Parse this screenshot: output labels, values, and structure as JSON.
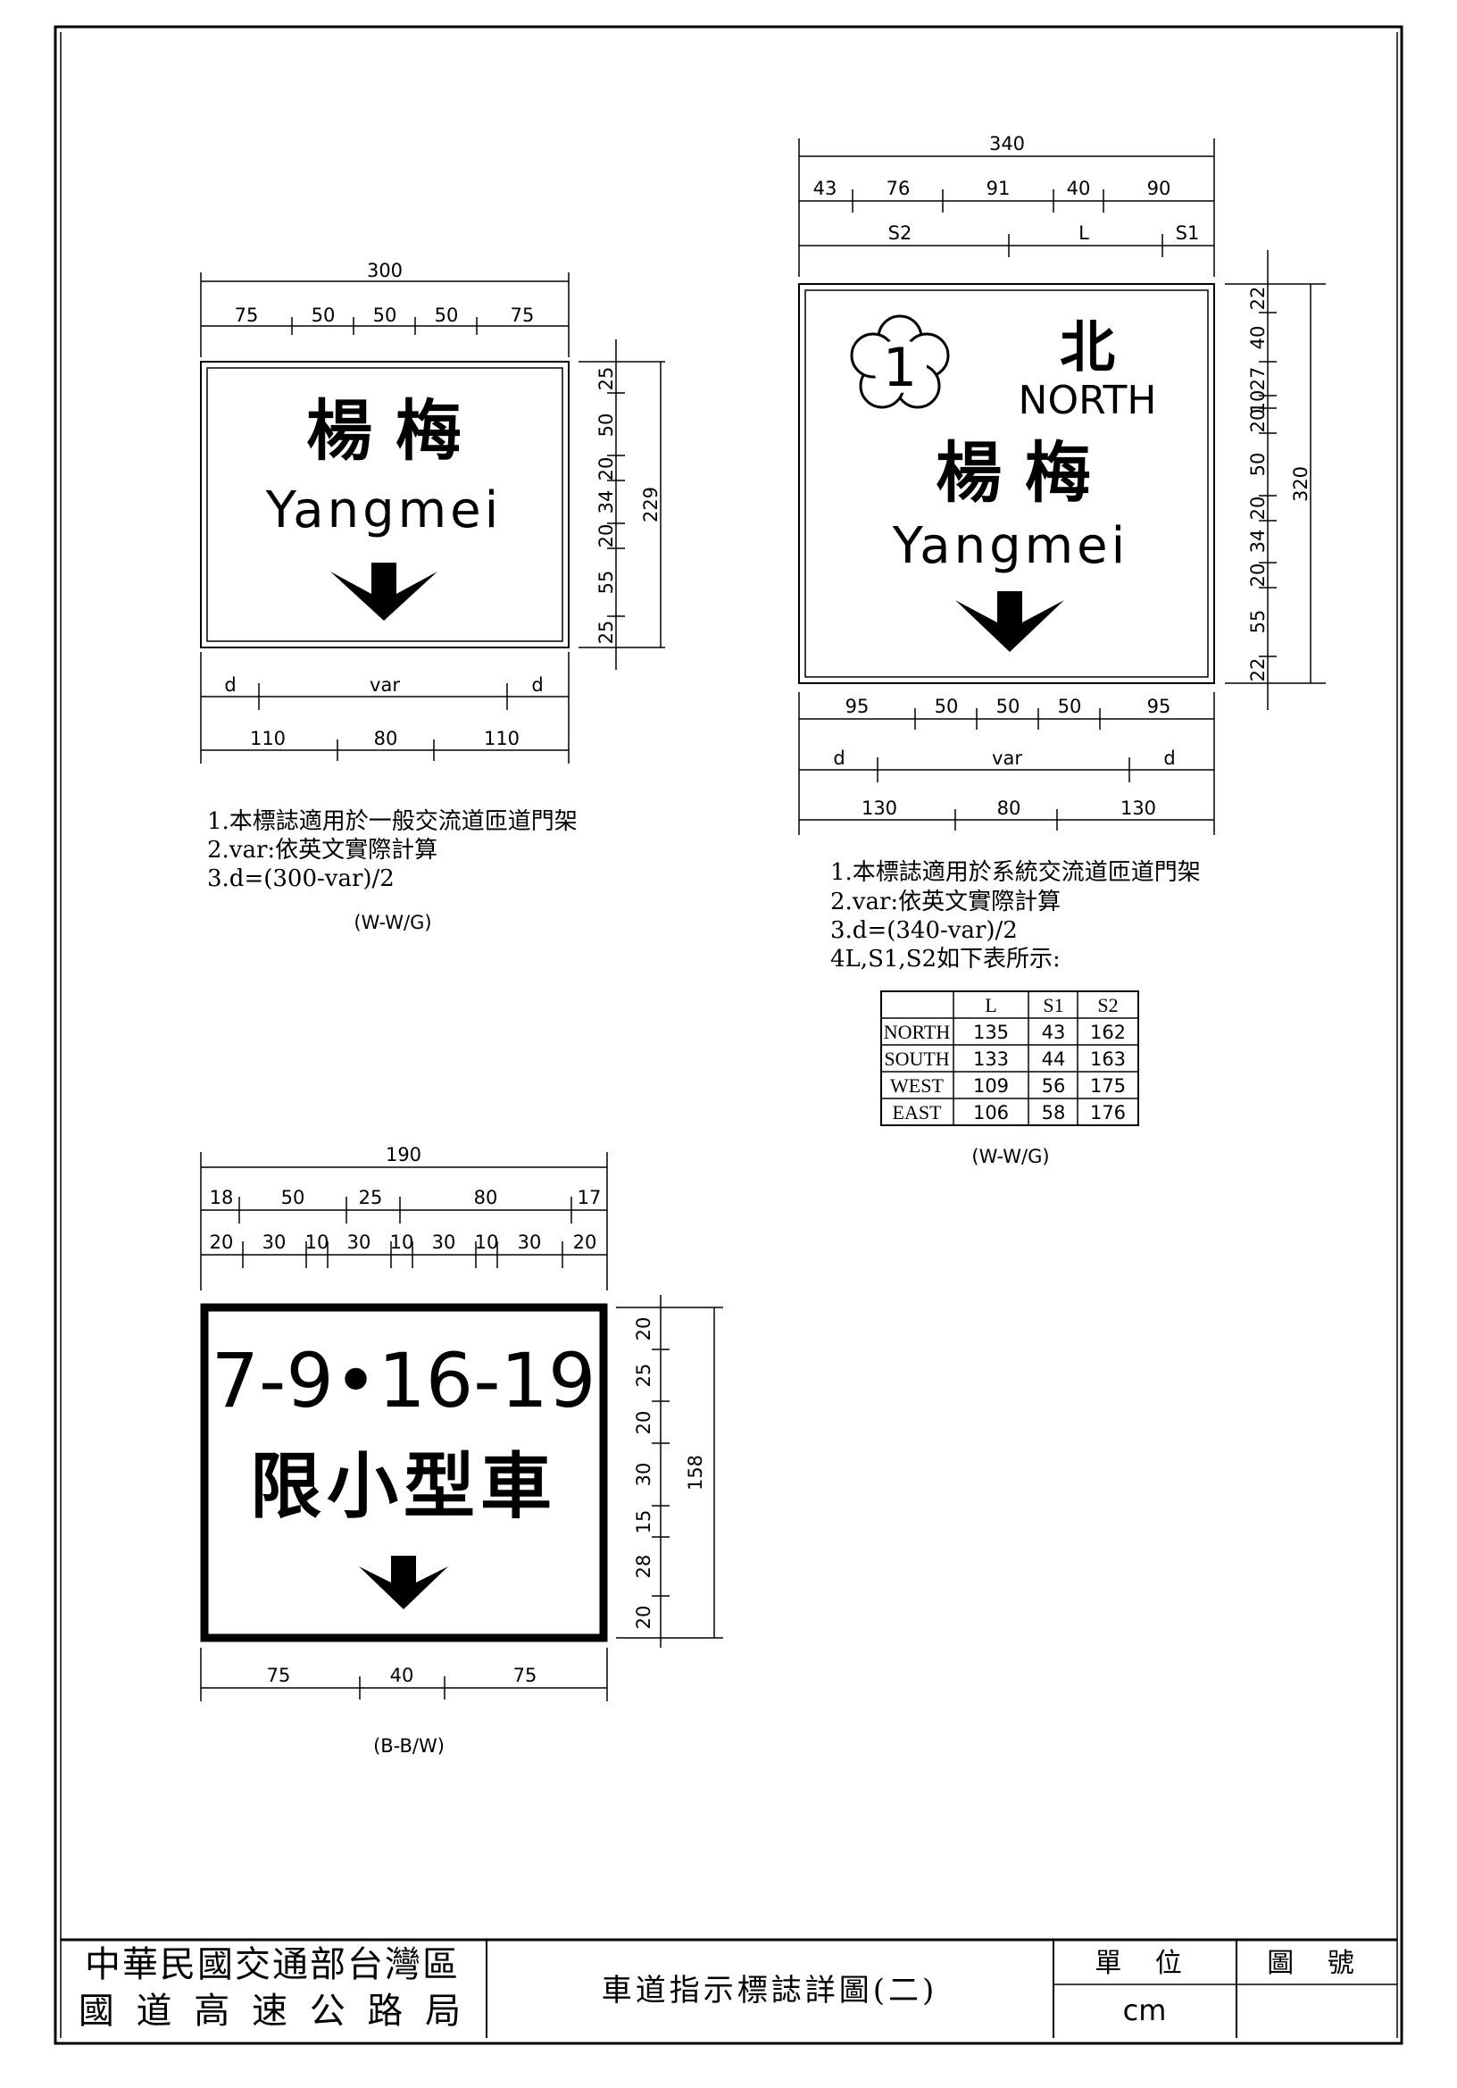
{
  "sign1": {
    "place_cn": "楊 梅",
    "place_en": "Yangmei",
    "dim_total": "300",
    "dim_segments": [
      "75",
      "50",
      "50",
      "50",
      "75"
    ],
    "dim_d": "d",
    "dim_var": "var",
    "dim_bottom": [
      "110",
      "80",
      "110"
    ],
    "dim_height": "229",
    "dim_vertical": [
      "25",
      "50",
      "20",
      "34",
      "20",
      "55",
      "25"
    ],
    "notes": [
      "1.本標誌適用於一般交流道匝道門架",
      "2.var:依英文實際計算",
      "3.d=(300-var)/2"
    ],
    "color_code": "(W-W/G)"
  },
  "sign2": {
    "route_number": "1",
    "direction_cn": "北",
    "direction_en": "NORTH",
    "place_cn": "楊 梅",
    "place_en": "Yangmei",
    "dim_total": "340",
    "dim_segments": [
      "43",
      "76",
      "91",
      "40",
      "90"
    ],
    "dim_s_labels": [
      "S2",
      "L",
      "S1"
    ],
    "dim_height": "320",
    "dim_vertical": [
      "22",
      "40",
      "27",
      "10",
      "20",
      "50",
      "20",
      "34",
      "20",
      "55",
      "22"
    ],
    "dim_bottom1": [
      "95",
      "50",
      "50",
      "50",
      "95"
    ],
    "dim_d": "d",
    "dim_var": "var",
    "dim_bottom2": [
      "130",
      "80",
      "130"
    ],
    "notes": [
      "1.本標誌適用於系統交流道匝道門架",
      "2.var:依英文實際計算",
      "3.d=(340-var)/2",
      "4L,S1,S2如下表所示:"
    ],
    "table": {
      "headers": [
        "",
        "L",
        "S1",
        "S2"
      ],
      "rows": [
        [
          "NORTH",
          "135",
          "43",
          "162"
        ],
        [
          "SOUTH",
          "133",
          "44",
          "163"
        ],
        [
          "WEST",
          "109",
          "56",
          "175"
        ],
        [
          "EAST",
          "106",
          "58",
          "176"
        ]
      ]
    },
    "color_code": "(W-W/G)"
  },
  "sign3": {
    "time_text": "7-9•16-19",
    "restriction": "限小型車",
    "dim_total": "190",
    "dim_row1": [
      "18",
      "50",
      "25",
      "80",
      "17"
    ],
    "dim_row2": [
      "20",
      "30",
      "10",
      "30",
      "10",
      "30",
      "10",
      "30",
      "20"
    ],
    "dim_height": "158",
    "dim_vertical": [
      "20",
      "25",
      "20",
      "30",
      "15",
      "28",
      "20"
    ],
    "dim_bottom": [
      "75",
      "40",
      "75"
    ],
    "color_code": "(B-B/W)"
  },
  "titleblock": {
    "org_line1": "中華民國交通部台灣區",
    "org_line2": "國 道 高 速 公 路 局",
    "drawing_title": "車道指示標誌詳圖(二)",
    "unit_label": "單 位",
    "unit_value": "cm",
    "drawing_no_label": "圖 號",
    "drawing_no_value": ""
  }
}
